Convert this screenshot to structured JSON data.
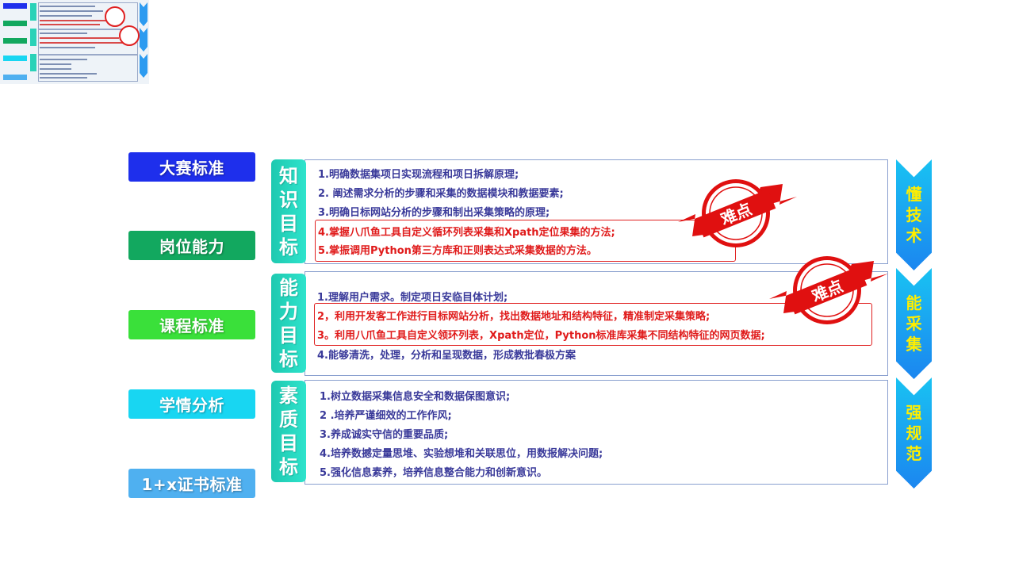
{
  "left_buttons": [
    {
      "label": "大赛标准",
      "color": "#1e2fec"
    },
    {
      "label": "岗位能力",
      "color": "#12a85f"
    },
    {
      "label": "课程标准",
      "color": "#3ae03a"
    },
    {
      "label": "学情分析",
      "color": "#18d6f2"
    },
    {
      "label": "1+x证书标准",
      "color": "#4fb0f0"
    }
  ],
  "goals": [
    {
      "label": [
        "知",
        "识",
        "目",
        "标"
      ],
      "items": [
        {
          "text": "1.明确数据集项日实现流程和项日拆解原理;",
          "red": false
        },
        {
          "text": "2. 阐述需求分析的步骤和采集的数据模块和教据要素;",
          "red": false
        },
        {
          "text": "3.明确日标网站分析的步骤和制出采集策略的原理;",
          "red": false
        },
        {
          "text": "4.掌握八爪鱼工具自定义循环列表采集和Xpath定位果集的方法;",
          "red": true
        },
        {
          "text": "5.掌振调用Python第三方库和正则表达式采集数据的方法。",
          "red": true
        }
      ]
    },
    {
      "label": [
        "能",
        "力",
        "目",
        "标"
      ],
      "items": [
        {
          "text": "1.理解用户需求。制定项日安临目体计划;",
          "red": false
        },
        {
          "text": "2，利用开发客工作进行目标网站分析，找出数据地址和结构特征，精准制定采集策略;",
          "red": true
        },
        {
          "text": "3。利用八爪鱼工具自定义领环列表，Xpath定位，Python标准库采集不同结构特征的网页数据;",
          "red": true
        },
        {
          "text": "4.能够清洗，处理，分析和呈现数据，形成教批春极方案",
          "red": false
        }
      ]
    },
    {
      "label": [
        "素",
        "质",
        "目",
        "标"
      ],
      "items": [
        {
          "text": "1.树立数据采集信息安全和数据保图意识;",
          "red": false
        },
        {
          "text": "2 .培养严谨细效的工作作风;",
          "red": false
        },
        {
          "text": "3.养成诚实守信的重要品质;",
          "red": false
        },
        {
          "text": "4.培养数撼定量思堆、实验想堆和关联思位，用数报解决问题;",
          "red": false
        },
        {
          "text": "5.强化信息素养，培养信息整合能力和创新意识。",
          "red": false
        }
      ]
    }
  ],
  "badges": [
    {
      "text": "难点"
    },
    {
      "text": "难点"
    }
  ],
  "right_arrows": [
    {
      "label": [
        "懂",
        "技",
        "术"
      ]
    },
    {
      "label": [
        "能",
        "采",
        "集"
      ]
    },
    {
      "label": [
        "强",
        "规",
        "范"
      ]
    }
  ],
  "colors": {
    "accent_red": "#e02020",
    "text_blue": "#3a3a9a",
    "arrow_text": "#ffee00"
  }
}
